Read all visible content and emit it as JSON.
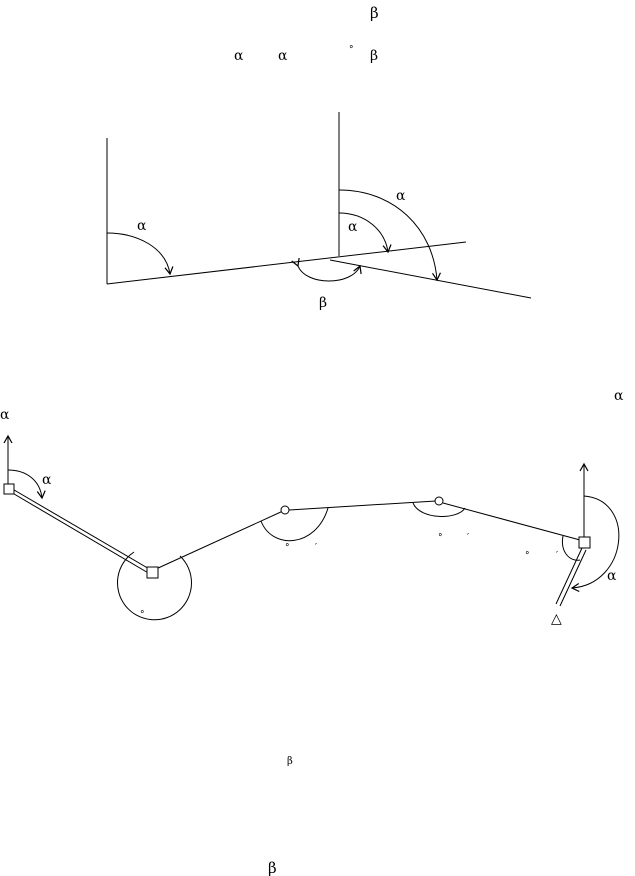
{
  "header": {
    "line1_beta": "β",
    "line2_alpha_1": "α",
    "line2_alpha_2": "α",
    "line2_degree": "°",
    "line2_beta": "β"
  },
  "figure1": {
    "label_alpha_left": "α",
    "label_alpha_right_outer": "α",
    "label_alpha_right_inner": "α",
    "label_beta": "β"
  },
  "figure2": {
    "label_alpha_top_right": "α",
    "label_alpha_top_left": "α",
    "label_alpha_start": "α",
    "station2_degree": "°",
    "station3_degree": "°",
    "station3_minute": "′",
    "station4_degree": "°",
    "station4_minute": "′",
    "station5_degree": "°",
    "station5_minute": "′",
    "label_alpha_end": "α",
    "triangle_marker": "△"
  },
  "footer": {
    "beta_small": "β",
    "beta_large": "β"
  }
}
